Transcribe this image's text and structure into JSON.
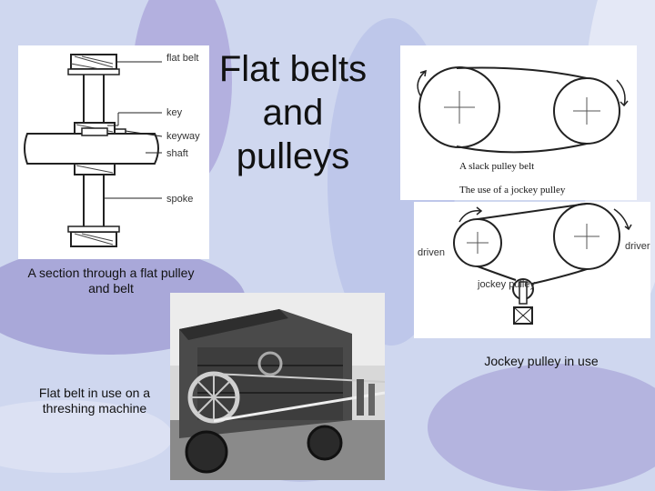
{
  "slide": {
    "title": "Flat belts and pulleys",
    "captions": {
      "section": "A section through a flat pulley and belt",
      "threshing": "Flat belt in use on a threshing machine",
      "jockey_use": "Jockey pulley in use"
    }
  },
  "section_diagram": {
    "labels": {
      "flat_belt": "flat belt",
      "key": "key",
      "keyway": "keyway",
      "shaft": "shaft",
      "spoke": "spoke"
    }
  },
  "belt_diagrams": {
    "slack_caption": "A slack pulley belt",
    "jockey_caption": "The use of a jockey pulley",
    "driven": "driven",
    "driver": "driver",
    "jockey_pulley": "jockey pulley"
  },
  "colors": {
    "background": "#cfd7ef",
    "accent_purple": "#8a82c8",
    "text": "#111111"
  }
}
